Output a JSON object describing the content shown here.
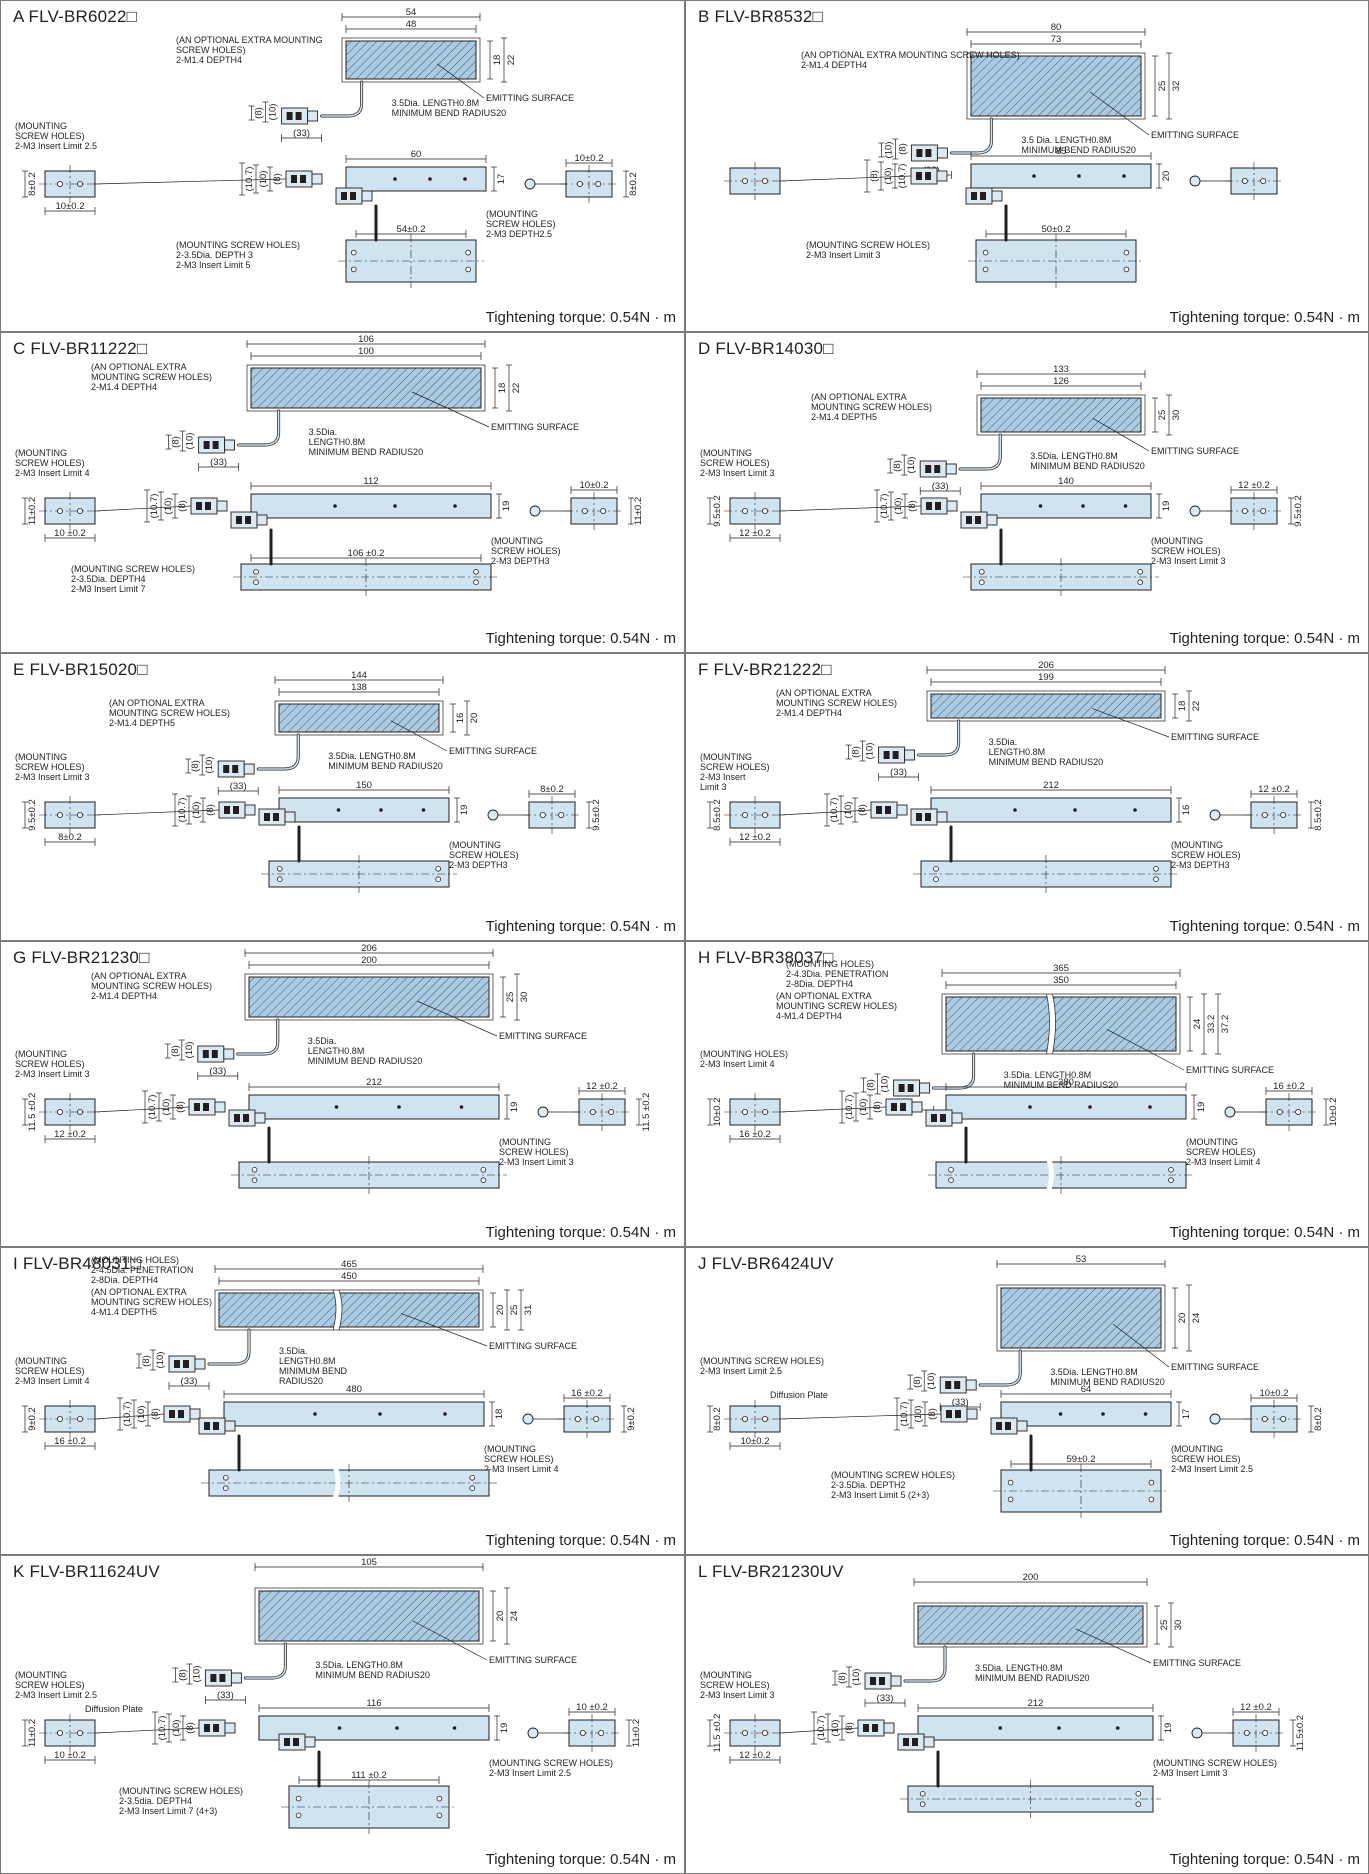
{
  "panels": [
    {
      "title": "A  FLV-BR6022□",
      "torque": "Tightening torque: 0.54N · m",
      "dims": {
        "outer_width": "54",
        "inner_width": "48",
        "height_a": "18",
        "height_b": "22",
        "side_width": "60",
        "side_height": "17",
        "cable_len": "(33)",
        "d1": "(10)",
        "d2": "(8)",
        "d3": "(8)",
        "d4": "(10)",
        "d5": "(10.7)",
        "left_h": "8±0.2",
        "left_w": "10±0.2",
        "right_w": "10±0.2",
        "right_h": "8±0.2",
        "bottom_w": "54±0.2"
      },
      "notes": {
        "extra_holes": [
          "(AN OPTIONAL EXTRA MOUNTING",
          "SCREW HOLES)",
          "2-M1.4 DEPTH4"
        ],
        "emitting": "EMITTING SURFACE",
        "cable": [
          "3.5Dia. LENGTH0.8M",
          "MINIMUM BEND RADIUS20"
        ],
        "mount_left": [
          "(MOUNTING",
          "SCREW HOLES)",
          "2-M3 Insert Limit 2.5"
        ],
        "mount_right": [
          "(MOUNTING",
          "SCREW HOLES)",
          "2-M3 DEPTH2.5"
        ],
        "mount_bottom": [
          "(MOUNTING SCREW HOLES)",
          "2-3.5Dia. DEPTH 3",
          "2-M3 Insert Limit 5"
        ]
      }
    },
    {
      "title": "B  FLV-BR8532□",
      "torque": "Tightening torque: 0.54N · m",
      "dims": {
        "outer_width": "80",
        "inner_width": "73",
        "height_a": "25",
        "height_b": "32",
        "side_width": "85",
        "side_height": "20",
        "cable_len": "(33)",
        "d1": "(8)",
        "d2": "(10)",
        "d3": "(10.7)",
        "d4": "(10)",
        "d5": "(8)",
        "bottom_w": "50±0.2"
      },
      "notes": {
        "emitting": "EMITTING SURFACE",
        "cable": [
          "3.5 Dia. LENGTH0.8M",
          "MINIMUM BEND RADIUS20"
        ],
        "extra_holes": [
          "(AN OPTIONAL EXTRA MOUNTING SCREW HOLES)",
          "2-M1.4 DEPTH4"
        ],
        "mount_bottom": [
          "(MOUNTING SCREW HOLES)",
          "2-M3 Insert Limit 3"
        ]
      }
    },
    {
      "title": "C  FLV-BR11222□",
      "torque": "Tightening torque: 0.54N · m",
      "dims": {
        "outer_width": "106",
        "inner_width": "100",
        "height_a": "18",
        "height_b": "22",
        "side_width": "112",
        "side_height": "19",
        "cable_len": "(33)",
        "d1": "(10)",
        "d2": "(8)",
        "d3": "(8)",
        "d4": "(10)",
        "d5": "(10.7)",
        "left_h": "11±0.2",
        "left_w": "10 ±0.2",
        "right_w": "10±0.2",
        "right_h": "11±0.2",
        "bottom_w": "106 ±0.2"
      },
      "notes": {
        "extra_holes": [
          "(AN OPTIONAL EXTRA",
          "MOUNTING SCREW HOLES)",
          "2-M1.4 DEPTH4"
        ],
        "emitting": "EMITTING SURFACE",
        "cable": [
          "3.5Dia.",
          "LENGTH0.8M",
          "MINIMUM BEND RADIUS20"
        ],
        "mount_left": [
          "(MOUNTING",
          "SCREW HOLES)",
          "2-M3 Insert Limit 4"
        ],
        "mount_right": [
          "(MOUNTING",
          "SCREW HOLES)",
          "2-M3 DEPTH3"
        ],
        "mount_bottom": [
          "(MOUNTING SCREW HOLES)",
          "2-3.5Dia. DEPTH4",
          "2-M3 Insert Limit 7"
        ]
      }
    },
    {
      "title": "D  FLV-BR14030□",
      "torque": "Tightening torque: 0.54N · m",
      "dims": {
        "outer_width": "133",
        "inner_width": "126",
        "height_a": "25",
        "height_b": "30",
        "side_width": "140",
        "side_height": "19",
        "cable_len": "(33)",
        "d1": "(10)",
        "d2": "(8)",
        "d3": "(8)",
        "d4": "(10)",
        "d5": "(10.7)",
        "left_h": "9.5±0.2",
        "left_w": "12 ±0.2",
        "right_w": "12 ±0.2",
        "right_h": "9.5±0.2"
      },
      "notes": {
        "extra_holes": [
          "(AN OPTIONAL EXTRA",
          "MOUNTING SCREW HOLES)",
          "2-M1.4 DEPTH5"
        ],
        "emitting": "EMITTING SURFACE",
        "cable": [
          "3.5Dia. LENGTH0.8M",
          "MINIMUM BEND RADIUS20"
        ],
        "mount_left": [
          "(MOUNTING",
          "SCREW HOLES)",
          "2-M3 Insert Limit 3"
        ],
        "mount_right": [
          "(MOUNTING",
          "SCREW HOLES)",
          "2-M3 Insert Limit 3"
        ]
      }
    },
    {
      "title": "E  FLV-BR15020□",
      "torque": "Tightening torque: 0.54N · m",
      "dims": {
        "outer_width": "144",
        "inner_width": "138",
        "height_a": "16",
        "height_b": "20",
        "side_width": "150",
        "side_height": "19",
        "cable_len": "(33)",
        "d1": "(10)",
        "d2": "(8)",
        "d3": "(8)",
        "d4": "(10)",
        "d5": "(10.7)",
        "left_h": "9.5±0.2",
        "left_w": "8±0.2",
        "right_w": "8±0.2",
        "right_h": "9.5±0.2"
      },
      "notes": {
        "emitting": "EMITTING SURFACE",
        "cable": [
          "3.5Dia. LENGTH0.8M",
          "MINIMUM BEND RADIUS20"
        ],
        "extra_holes": [
          "(AN OPTIONAL EXTRA",
          "MOUNTING SCREW HOLES)",
          "2-M1.4 DEPTH5"
        ],
        "mount_left": [
          "(MOUNTING",
          "SCREW HOLES)",
          "2-M3 Insert Limit 3"
        ],
        "mount_right": [
          "(MOUNTING",
          "SCREW HOLES)",
          "2-M3 DEPTH3"
        ]
      }
    },
    {
      "title": "F  FLV-BR21222□",
      "torque": "Tightening torque: 0.54N · m",
      "dims": {
        "outer_width": "206",
        "inner_width": "199",
        "height_a": "18",
        "height_b": "22",
        "side_width": "212",
        "side_height": "16",
        "cable_len": "(33)",
        "d1": "(10)",
        "d2": "(8)",
        "d3": "(8)",
        "d4": "(10)",
        "d5": "(10.7)",
        "left_h": "8.5±0.2",
        "left_w": "12 ±0.2",
        "right_w": "12 ±0.2",
        "right_h": "8.5±0.2"
      },
      "notes": {
        "extra_holes": [
          "(AN OPTIONAL EXTRA",
          "MOUNTING SCREW HOLES)",
          "2-M1.4 DEPTH4"
        ],
        "emitting": "EMITTING SURFACE",
        "cable": [
          "3.5Dia.",
          "LENGTH0.8M",
          "MINIMUM BEND RADIUS20"
        ],
        "mount_left": [
          "(MOUNTING",
          "SCREW HOLES)",
          "2-M3 Insert",
          "Limit 3"
        ],
        "mount_right": [
          "(MOUNTING",
          "SCREW HOLES)",
          "2-M3 DEPTH3"
        ]
      }
    },
    {
      "title": "G  FLV-BR21230□",
      "torque": "Tightening torque: 0.54N · m",
      "dims": {
        "outer_width": "206",
        "inner_width": "200",
        "height_a": "25",
        "height_b": "30",
        "side_width": "212",
        "side_height": "19",
        "cable_len": "(33)",
        "d1": "(10)",
        "d2": "(8)",
        "d3": "(8)",
        "d4": "(10)",
        "d5": "(10.7)",
        "left_h": "11.5 ±0.2",
        "left_w": "12 ±0.2",
        "right_w": "12 ±0.2",
        "right_h": "11.5 ±0.2"
      },
      "notes": {
        "cable": [
          "3.5Dia.",
          "LENGTH0.8M",
          "MINIMUM BEND RADIUS20"
        ],
        "emitting": "EMITTING SURFACE",
        "extra_holes": [
          "(AN OPTIONAL EXTRA",
          "MOUNTING SCREW HOLES)",
          "2-M1.4 DEPTH4"
        ],
        "mount_left": [
          "(MOUNTING",
          "SCREW HOLES)",
          "2-M3 Insert Limit 3"
        ],
        "mount_right": [
          "(MOUNTING",
          "SCREW HOLES)",
          "2-M3 Insert Limit 3"
        ]
      }
    },
    {
      "title": "H  FLV-BR38037□",
      "torque": "Tightening torque: 0.54N · m",
      "dims": {
        "outer_width": "365",
        "inner_width": "350",
        "height_a": "24",
        "height_b": "33.2",
        "height_c": "37.2",
        "side_width": "380",
        "side_height": "19",
        "cable_len": "(33)",
        "d1": "(10)",
        "d2": "(8)",
        "d3": "(8)",
        "d4": "(10)",
        "d5": "(10.7)",
        "left_h": "10±0.2",
        "left_w": "16 ±0.2",
        "right_w": "16 ±0.2",
        "right_h": "10±0.2"
      },
      "notes": {
        "mount_holes": [
          "(MOUNTING HOLES)",
          "2-4.3Dia.  PENETRATION",
          "2-8Dia. DEPTH4"
        ],
        "extra_holes": [
          "(AN OPTIONAL EXTRA",
          "MOUNTING SCREW HOLES)",
          "4-M1.4 DEPTH4"
        ],
        "emitting": "EMITTING SURFACE",
        "cable": [
          "3.5Dia. LENGTH0.8M",
          "MINIMUM BEND RADIUS20"
        ],
        "mount_left": [
          "(MOUNTING HOLES)",
          "2-M3 Insert Limit 4"
        ],
        "mount_right": [
          "(MOUNTING",
          "SCREW HOLES)",
          "2-M3 Insert Limit 4"
        ]
      }
    },
    {
      "title": "I  FLV-BR48031□",
      "torque": "Tightening torque: 0.54N · m",
      "dims": {
        "outer_width": "465",
        "inner_width": "450",
        "height_a": "20",
        "height_b": "25",
        "height_c": "31",
        "side_width": "480",
        "side_height": "18",
        "cable_len": "(33)",
        "d1": "(10)",
        "d2": "(8)",
        "d3": "(8)",
        "d4": "(10)",
        "d5": "(10.7)",
        "left_h": "9±0.2",
        "left_w": "16 ±0.2",
        "right_w": "16 ±0.2",
        "right_h": "9±0.2"
      },
      "notes": {
        "mount_holes": [
          "(MOUNTING HOLES)",
          "2-4.5Dia. PENETRATION",
          "2-8Dia. DEPTH4"
        ],
        "cable": [
          "3.5Dia.",
          "LENGTH0.8M",
          "MINIMUM BEND",
          "RADIUS20"
        ],
        "emitting": "EMITTING SURFACE",
        "extra_holes": [
          "(AN OPTIONAL EXTRA",
          "MOUNTING SCREW HOLES)",
          "4-M1.4 DEPTH5"
        ],
        "mount_left": [
          "(MOUNTING",
          "SCREW HOLES)",
          "2-M3 Insert Limit 4"
        ],
        "mount_right": [
          "(MOUNTING",
          "SCREW HOLES)",
          "2-M3 Insert Limit 4"
        ]
      }
    },
    {
      "title": "J  FLV-BR6424UV",
      "torque": "Tightening torque: 0.54N · m",
      "dims": {
        "outer_width": "53",
        "height_a": "20",
        "height_b": "24",
        "side_width": "64",
        "side_height": "17",
        "cable_len": "(33)",
        "d1": "(10)",
        "d2": "(8)",
        "d3": "(8)",
        "d4": "(10)",
        "d5": "(10.7)",
        "left_h": "8±0.2",
        "left_w": "10±0.2",
        "right_w": "10±0.2",
        "right_h": "8±0.2",
        "bottom_w": "59±0.2"
      },
      "notes": {
        "emitting": "EMITTING SURFACE",
        "cable": [
          "3.5Dia. LENGTH0.8M",
          "MINIMUM BEND RADIUS20"
        ],
        "diffusion": "Diffusion Plate",
        "mount_left": [
          "(MOUNTING SCREW HOLES)",
          "2-M3 Insert Limit 2.5"
        ],
        "mount_bottom": [
          "(MOUNTING SCREW HOLES)",
          "2-3.5Dia. DEPTH2",
          "2-M3 Insert Limit 5 (2+3)"
        ],
        "mount_right": [
          "(MOUNTING",
          "SCREW HOLES)",
          "2-M3 Insert Limit 2.5"
        ]
      }
    },
    {
      "title": "K  FLV-BR11624UV",
      "torque": "Tightening torque: 0.54N · m",
      "dims": {
        "outer_width": "105",
        "height_a": "20",
        "height_b": "24",
        "side_width": "116",
        "side_height": "19",
        "cable_len": "(33)",
        "d1": "(10)",
        "d2": "(8)",
        "d3": "(8)",
        "d4": "(10)",
        "d5": "(10.7)",
        "left_h": "11±0.2",
        "left_w": "10 ±0.2",
        "right_w": "10 ±0.2",
        "right_h": "11±0.2",
        "bottom_w": "111 ±0.2"
      },
      "notes": {
        "cable": [
          "3.5Dia. LENGTH0.8M",
          "MINIMUM BEND RADIUS20"
        ],
        "emitting": "EMITTING SURFACE",
        "diffusion": "Diffusion Plate",
        "mount_left": [
          "(MOUNTING",
          "SCREW HOLES)",
          "2-M3 Insert Limit 2.5"
        ],
        "mount_right": [
          "(MOUNTING SCREW HOLES)",
          "2-M3 Insert Limit 2.5"
        ],
        "mount_bottom": [
          "(MOUNTING SCREW HOLES)",
          "2-3.5dia. DEPTH4",
          "2-M3 Insert Limit 7 (4+3)"
        ]
      }
    },
    {
      "title": "L  FLV-BR21230UV",
      "torque": "Tightening torque: 0.54N · m",
      "dims": {
        "outer_width": "200",
        "height_a": "25",
        "height_b": "30",
        "side_width": "212",
        "side_height": "19",
        "cable_len": "(33)",
        "d1": "(10)",
        "d2": "(8)",
        "d3": "(8)",
        "d4": "(10)",
        "d5": "(10.7)",
        "left_h": "11.5 ±0.2",
        "left_w": "12 ±0.2",
        "right_w": "12 ±0.2",
        "right_h": "11.5±0.2"
      },
      "notes": {
        "emitting": "EMITTING SURFACE",
        "cable": [
          "3.5Dia. LENGTH0.8M",
          "MINIMUM BEND RADIUS20"
        ],
        "mount_left": [
          "(MOUNTING",
          "SCREW HOLES)",
          "2-M3 Insert Limit 3"
        ],
        "mount_right": [
          "(MOUNTING SCREW HOLES)",
          "2-M3 Insert Limit 3"
        ]
      }
    }
  ]
}
